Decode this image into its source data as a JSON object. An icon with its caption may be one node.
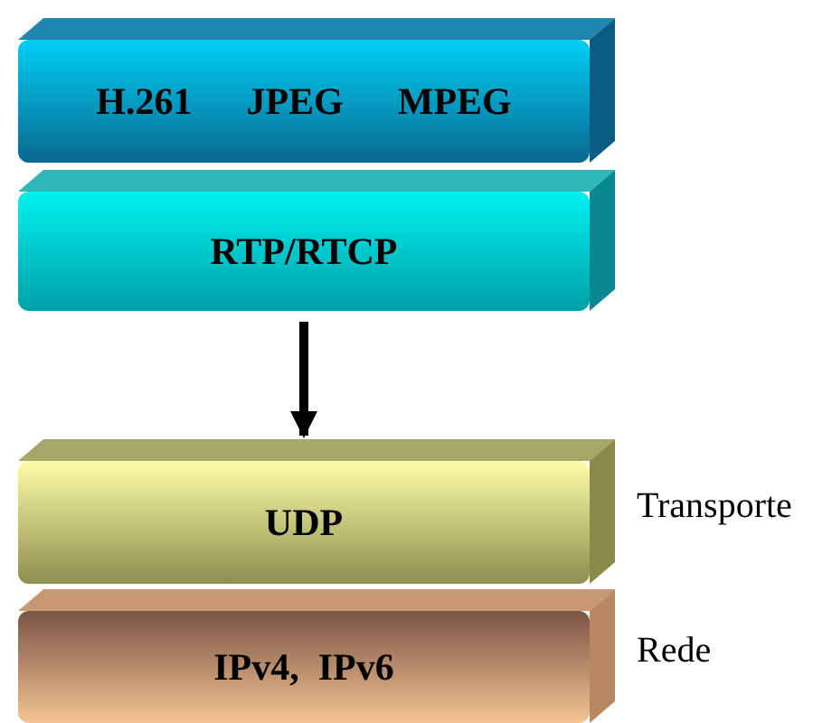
{
  "diagram": {
    "nodes": [
      {
        "text": [
          "H.261",
          "JPEG",
          "MPEG"
        ]
      },
      {
        "text": [
          "RTP/RTCP"
        ]
      },
      {
        "text": [
          "UDP"
        ],
        "beside": [
          "Transporte"
        ]
      },
      {
        "text": [
          "IPv4,  IPv6"
        ],
        "beside": [
          "Rede"
        ]
      }
    ],
    "edges": [
      {
        "from": 1,
        "to": 2,
        "arrow": "to"
      }
    ]
  }
}
